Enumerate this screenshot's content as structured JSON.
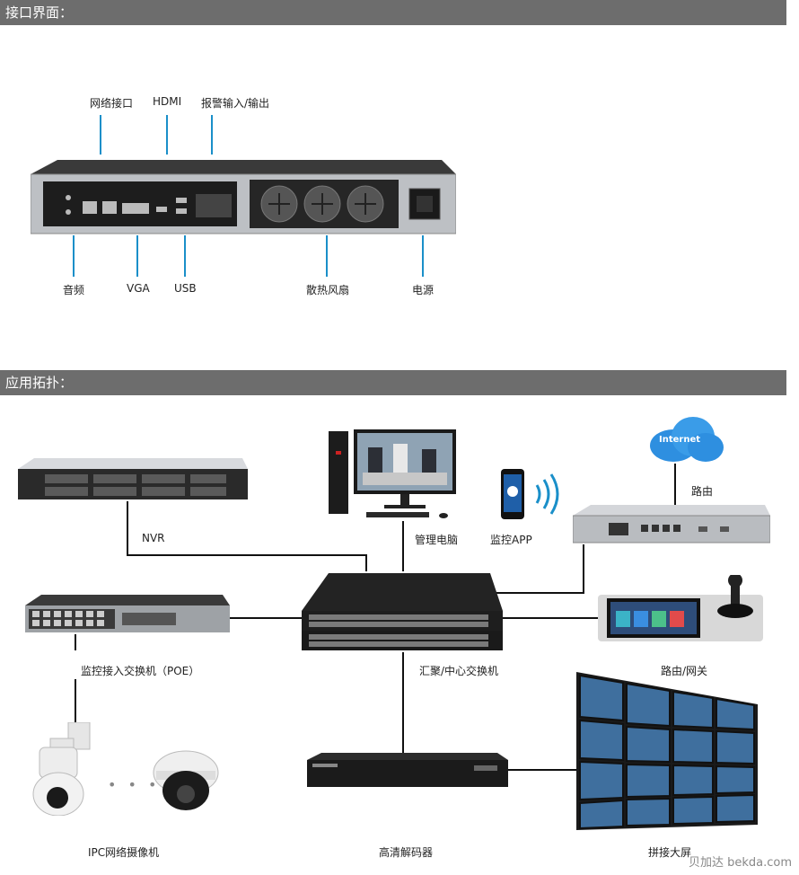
{
  "sections": {
    "interface_title": "接口界面：",
    "topology_title": "应用拓扑："
  },
  "interface_labels": {
    "network_port": "网络接口",
    "hdmi": "HDMI",
    "alarm_io": "报警输入/输出",
    "audio": "音频",
    "vga": "VGA",
    "usb": "USB",
    "fan": "散热风扇",
    "power": "电源"
  },
  "topology_labels": {
    "nvr": "NVR",
    "mgmt_pc": "管理电脑",
    "monitor_app": "监控APP",
    "router": "路由",
    "internet": "Internet",
    "access_switch": "监控接入交换机（POE）",
    "core_switch": "汇聚/中心交换机",
    "router_gateway": "路由/网关",
    "ipc": "IPC网络摄像机",
    "decoder": "高清解码器",
    "video_wall": "拼接大屏"
  },
  "watermark": "贝加达 bekda.com",
  "colors": {
    "accent_line": "#1a8fc9",
    "section_bar": "#6d6d6d",
    "device_dark": "#2b2b2b",
    "device_silver": "#cfd2d6"
  }
}
